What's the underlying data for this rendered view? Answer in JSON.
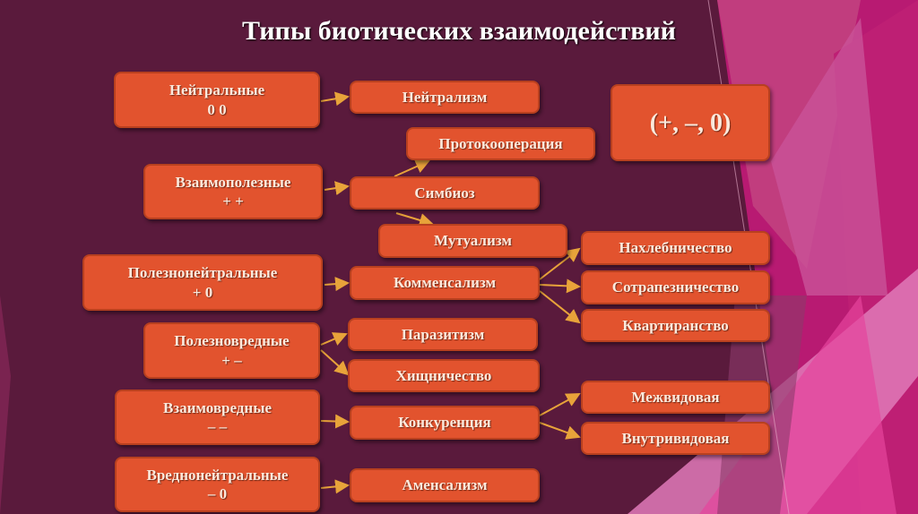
{
  "title": "Типы биотических взаимодействий",
  "signs": "(+, –, 0)",
  "categories": [
    {
      "name": "Нейтральные",
      "sign": "0 0"
    },
    {
      "name": "Взаимополезные",
      "sign": "+ +"
    },
    {
      "name": "Полезнонейтральные",
      "sign": "+ 0"
    },
    {
      "name": "Полезновредные",
      "sign": "+ –"
    },
    {
      "name": "Взаимовредные",
      "sign": "– –"
    },
    {
      "name": "Вреднонейтральные",
      "sign": "– 0"
    }
  ],
  "types": {
    "neutralism": "Нейтрализм",
    "protocooperation": "Протокооперация",
    "symbiosis": "Симбиоз",
    "mutualism": "Мутуализм",
    "commensalism": "Комменсализм",
    "parasitism": "Паразитизм",
    "predation": "Хищничество",
    "competition": "Конкуренция",
    "amensalism": "Аменсализм"
  },
  "subtypes": {
    "freeloading": "Нахлебничество",
    "commensal_feeding": "Сотрапезничество",
    "tenancy": "Квартиранство",
    "interspecific": "Межвидовая",
    "intraspecific": "Внутривидовая"
  },
  "colors": {
    "background": "#5a1a3c",
    "box": "#e2532e",
    "arrow": "#e8a33a"
  }
}
